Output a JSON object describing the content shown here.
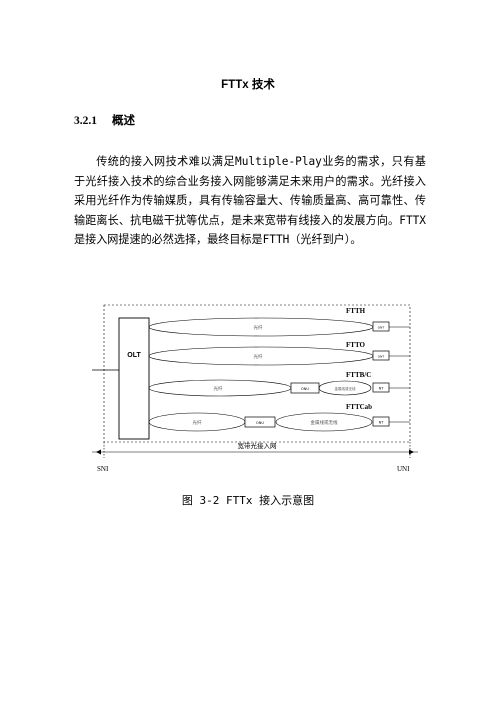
{
  "title": "FTTx 技术",
  "section": {
    "number": "3.2.1",
    "heading": "概述"
  },
  "paragraph": "传统的接入网技术难以满足Multiple-Play业务的需求，只有基于光纤接入技术的综合业务接入网能够满足未来用户的需求。光纤接入采用光纤作为传输媒质，具有传输容量大、传输质量高、高可靠性、传输距离长、抗电磁干扰等优点，是未来宽带有线接入的发展方向。FTTX是接入网提速的必然选择，最终目标是FTTH（光纤到户）。",
  "diagram": {
    "olt": "OLT",
    "labels": {
      "ftth": "FTTH",
      "ftto": "FTTO",
      "fttb": "FTTB/C",
      "fttcab": "FTTCab"
    },
    "fiber": "光纤",
    "onu": "ONU",
    "copper": "金属线或无线",
    "ont": "ONT",
    "nt": "NT",
    "bottom": "宽带光接入网",
    "sni": "SNI",
    "uni": "UNI"
  },
  "caption": "图 3-2 FTTx 接入示意图"
}
